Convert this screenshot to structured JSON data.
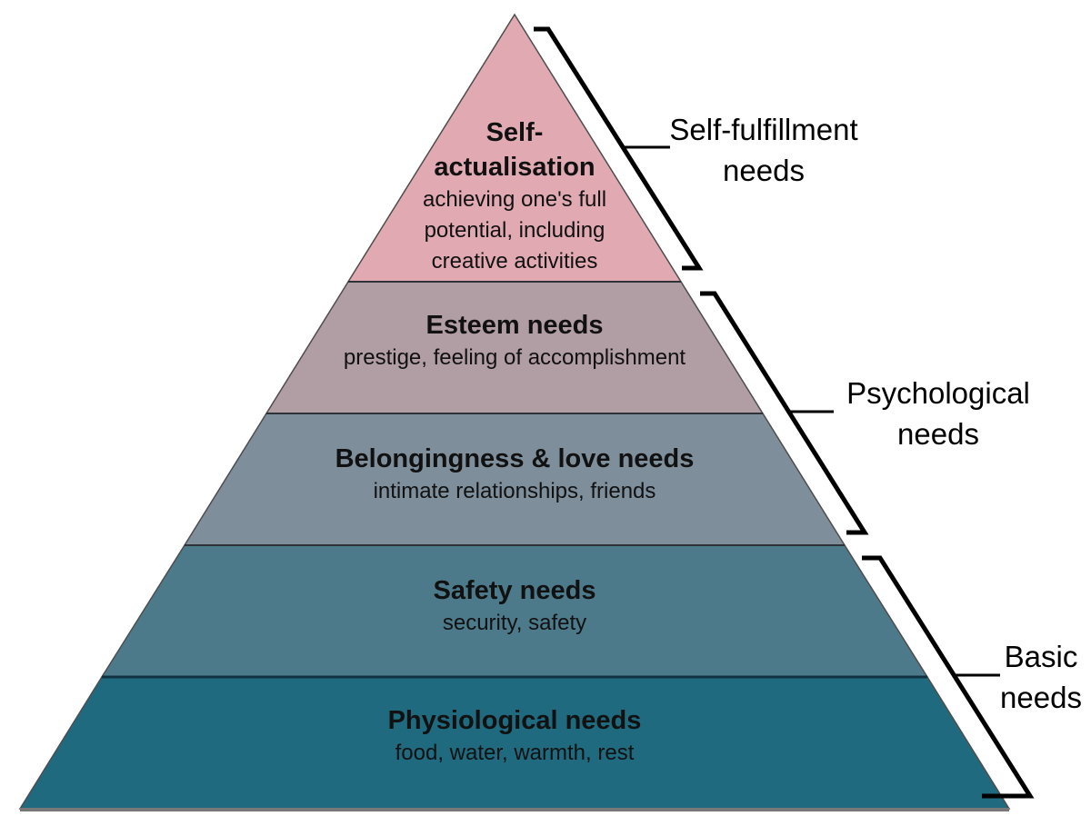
{
  "levels": [
    {
      "name": "self-actualisation",
      "title_lines": [
        "Self-",
        "actualisation"
      ],
      "subtitle_lines": [
        "achieving one's full",
        "potential, including",
        "creative activities"
      ],
      "color": "#e1aab2"
    },
    {
      "name": "esteem",
      "title_lines": [
        "Esteem needs"
      ],
      "subtitle_lines": [
        "prestige, feeling of accomplishment"
      ],
      "color": "#b19da4"
    },
    {
      "name": "belongingness",
      "title_lines": [
        "Belongingness & love needs"
      ],
      "subtitle_lines": [
        "intimate relationships, friends"
      ],
      "color": "#7e8f9b"
    },
    {
      "name": "safety",
      "title_lines": [
        "Safety needs"
      ],
      "subtitle_lines": [
        "security, safety"
      ],
      "color": "#4d7a8a"
    },
    {
      "name": "physiological",
      "title_lines": [
        "Physiological needs"
      ],
      "subtitle_lines": [
        "food, water, warmth, rest"
      ],
      "color": "#1f6a7f"
    }
  ],
  "groups": [
    {
      "name": "self-fulfillment",
      "label_lines": [
        "Self-fulfillment",
        "needs"
      ]
    },
    {
      "name": "psychological",
      "label_lines": [
        "Psychological",
        "needs"
      ]
    },
    {
      "name": "basic",
      "label_lines": [
        "Basic",
        "needs"
      ]
    }
  ],
  "colors": {
    "bracket": "#000000",
    "outline": "#4d4d4d",
    "divider": "#2e3338",
    "base_line": "#777777",
    "text": "#111111",
    "background": "#ffffff"
  }
}
